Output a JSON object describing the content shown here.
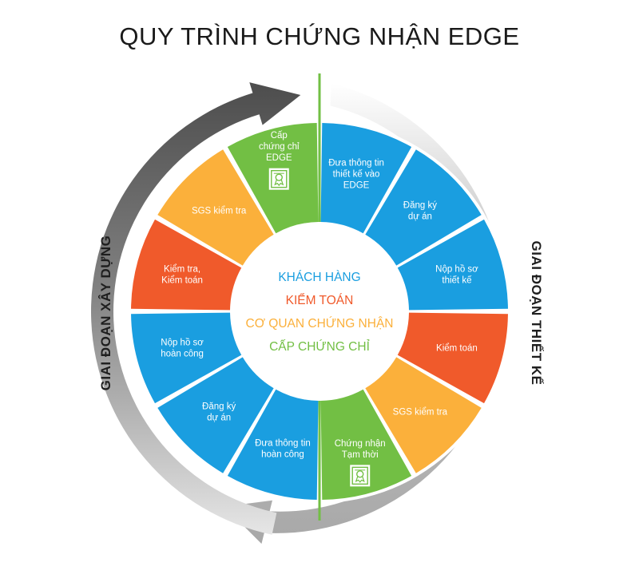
{
  "title": "QUY TRÌNH CHỨNG NHẬN EDGE",
  "colors": {
    "blue": "#1a9ee0",
    "red": "#f05a2b",
    "orange": "#fbb03b",
    "green": "#72bf44",
    "dark_arrow": "#5a5a5a",
    "light_arrow": "#c9c9c9"
  },
  "phases": {
    "design": "GIAI ĐOẠN THIẾT KẾ",
    "construction": "GIAI ĐOẠN XÂY DỰNG"
  },
  "legend": [
    {
      "label": "KHÁCH HÀNG",
      "color": "#1a9ee0"
    },
    {
      "label": "KIỂM TOÁN",
      "color": "#f05a2b"
    },
    {
      "label": "CƠ QUAN CHỨNG NHẬN",
      "color": "#fbb03b"
    },
    {
      "label": "CẤP CHỨNG CHỈ",
      "color": "#72bf44"
    }
  ],
  "segments": [
    {
      "lines": [
        "Đưa thông tin",
        "thiết kế vào",
        "EDGE"
      ],
      "role": "blue",
      "icon": null
    },
    {
      "lines": [
        "Đăng ký",
        "dự án"
      ],
      "role": "blue",
      "icon": null
    },
    {
      "lines": [
        "Nộp hồ sơ",
        "thiết kế"
      ],
      "role": "blue",
      "icon": null
    },
    {
      "lines": [
        "Kiểm toán"
      ],
      "role": "red",
      "icon": null
    },
    {
      "lines": [
        "SGS kiểm tra"
      ],
      "role": "orange",
      "icon": null
    },
    {
      "lines": [
        "Chứng nhận",
        "Tạm thời"
      ],
      "role": "green",
      "icon": "certificate-icon"
    },
    {
      "lines": [
        "Đưa thông tin",
        "hoàn công"
      ],
      "role": "blue",
      "icon": null
    },
    {
      "lines": [
        "Đăng ký",
        "dự án"
      ],
      "role": "blue",
      "icon": null
    },
    {
      "lines": [
        "Nộp hồ sơ",
        "hoàn công"
      ],
      "role": "blue",
      "icon": null
    },
    {
      "lines": [
        "Kiểm tra,",
        "Kiểm toán"
      ],
      "role": "red",
      "icon": null
    },
    {
      "lines": [
        "SGS kiểm tra"
      ],
      "role": "orange",
      "icon": null
    },
    {
      "lines": [
        "Cấp",
        "chứng chỉ",
        "EDGE"
      ],
      "role": "green",
      "icon": "certificate-icon"
    }
  ]
}
